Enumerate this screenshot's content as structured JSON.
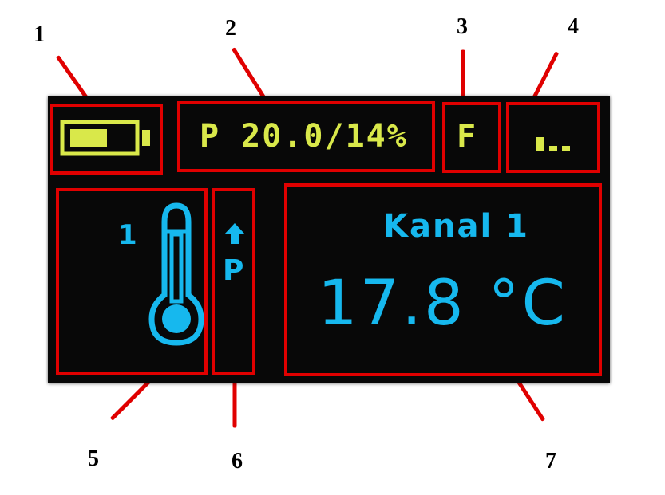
{
  "callouts": [
    "1",
    "2",
    "3",
    "4",
    "5",
    "6",
    "7"
  ],
  "status_bar": {
    "battery_icon": "battery-icon",
    "power_text": "P 20.0/14%",
    "mode_letter": "F",
    "signal_icon": "signal-strength-icon"
  },
  "channel_panel": {
    "channel_number": "1",
    "thermometer_icon": "thermometer-icon"
  },
  "mode_panel": {
    "arrow_icon": "arrow-up-icon",
    "mode_label": "P"
  },
  "reading_panel": {
    "channel_name": "Kanal 1",
    "temperature": "17.8 °C"
  },
  "colors": {
    "annotation": "#e00000",
    "oled_yellow": "#d9e84a",
    "oled_cyan": "#16b8ee",
    "screen_bg": "#080808"
  }
}
